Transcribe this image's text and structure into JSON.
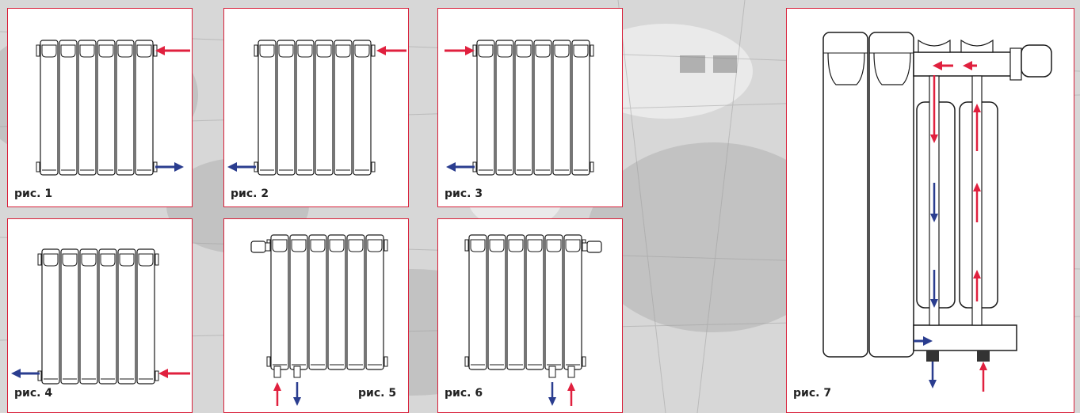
{
  "colors": {
    "frame": "#d8203a",
    "supply": "#e0203e",
    "return": "#2a3d8f",
    "outline": "#1a1a1a"
  },
  "figures": [
    {
      "id": "fig1",
      "caption": "рис. 1"
    },
    {
      "id": "fig2",
      "caption": "рис. 2"
    },
    {
      "id": "fig3",
      "caption": "рис. 3"
    },
    {
      "id": "fig4",
      "caption": "рис. 4"
    },
    {
      "id": "fig5",
      "caption": "рис. 5"
    },
    {
      "id": "fig6",
      "caption": "рис. 6"
    },
    {
      "id": "fig7",
      "caption": "рис. 7"
    }
  ]
}
